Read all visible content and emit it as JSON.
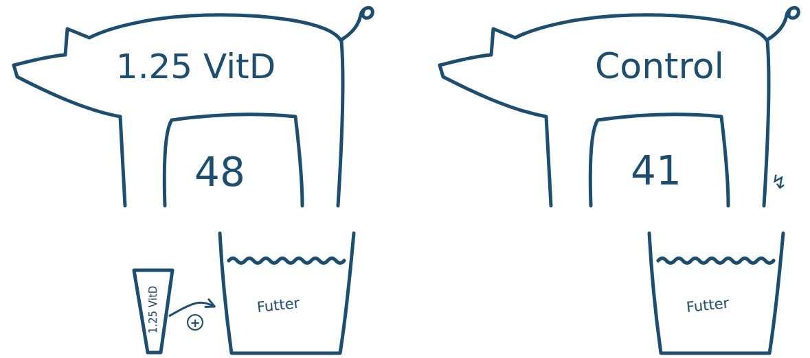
{
  "diagram": {
    "nodes": [
      {
        "text": [
          "1.25 VitD",
          "48"
        ]
      },
      {
        "text": [
          "Control",
          "41"
        ]
      },
      {
        "text": [
          "1.25 VitD"
        ]
      },
      {
        "text": [
          "Futter"
        ]
      },
      {
        "text": [
          "Futter"
        ]
      }
    ],
    "edges": [
      {
        "from": 2,
        "to": 3,
        "arrow": "to",
        "label": "+"
      }
    ],
    "labels": [
      "↯"
    ]
  }
}
